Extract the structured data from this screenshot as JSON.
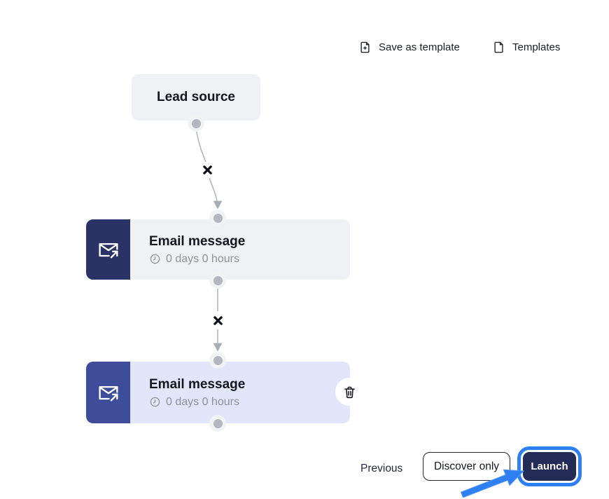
{
  "toolbar": {
    "save_as_template_label": "Save as template",
    "templates_label": "Templates"
  },
  "flow": {
    "lead_source": {
      "label": "Lead source"
    },
    "steps": [
      {
        "title": "Email message",
        "delay": "0 days 0 hours",
        "selected": false
      },
      {
        "title": "Email message",
        "delay": "0 days 0 hours",
        "selected": true
      }
    ]
  },
  "footer": {
    "previous_label": "Previous",
    "discover_only_label": "Discover only",
    "launch_label": "Launch"
  },
  "icons": {
    "save_as_template": "file-plus",
    "templates": "file-blank",
    "email_step": "envelope-send",
    "delay": "clock",
    "delete_step": "trash",
    "remove_connection": "x-mark",
    "launch_annotation": "arrow-pointer"
  },
  "colors": {
    "navy": "#293366",
    "indigo": "#3e4d99",
    "node-gray": "#f0f1f4",
    "node-selected": "#e2e6fa",
    "accent": "#2e7ff2",
    "launch": "#232c56",
    "text-dark": "#1b1d26",
    "text-gray": "#8e9198",
    "connector": "#b3b6bc"
  }
}
